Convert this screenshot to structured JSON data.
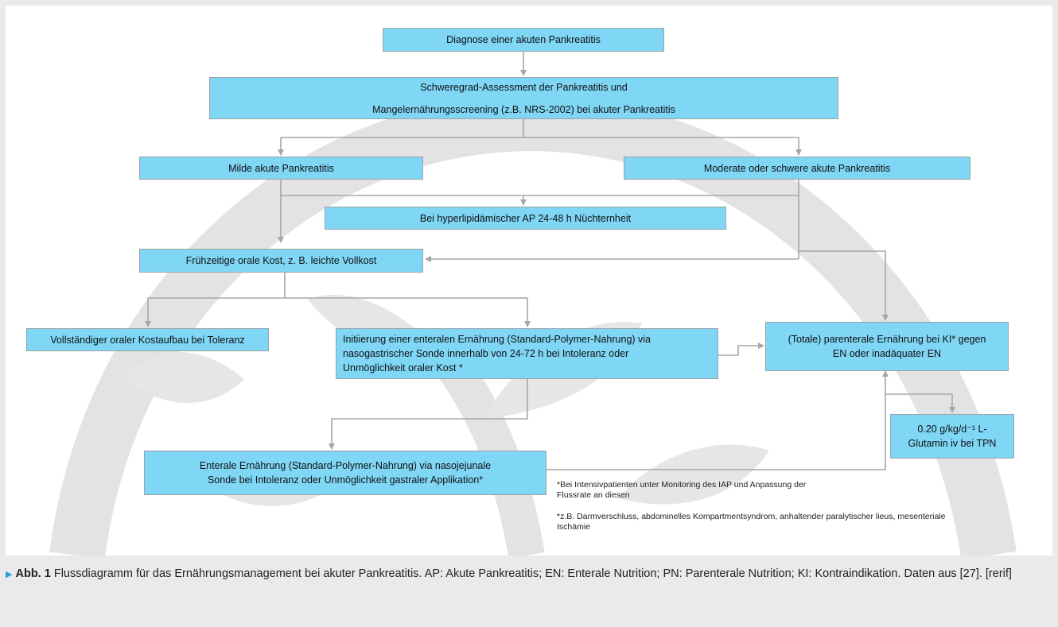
{
  "nodes": {
    "diagnose": "Diagnose einer akuten Pankreatitis",
    "assessment": [
      "Schweregrad-Assessment der Pankreatitis und",
      "Mangelernährungsscreening (z.B. NRS-2002) bei akuter Pankreatitis"
    ],
    "mild": "Milde akute Pankreatitis",
    "moderate": "Moderate oder schwere akute Pankreatitis",
    "hyperlipid": "Bei hyperlipidämischer AP 24-48 h Nüchternheit",
    "oral": "Frühzeitige orale Kost, z. B. leichte Vollkost",
    "complete_oral": "Vollständiger oraler Kostaufbau bei Toleranz",
    "enteral_ng": [
      "Initiierung einer enteralen Ernährung (Standard-Polymer-Nahrung) via",
      "nasogastrischer Sonde innerhalb von 24-72 h bei Intoleranz oder",
      "Unmöglichkeit oraler Kost *"
    ],
    "parenteral": [
      "(Totale) parenterale Ernährung bei KI* gegen",
      "EN oder inadäquater EN"
    ],
    "glutamine": [
      "0.20 g/kg/d⁻¹ L-",
      "Glutamin iv bei TPN"
    ],
    "enteral_nj": [
      "Enterale Ernährung (Standard-Polymer-Nahrung) via nasojejunale",
      "Sonde bei Intoleranz oder Unmöglichkeit gastraler Applikation*"
    ]
  },
  "footnotes": {
    "icu": [
      "*Bei Intensivpatienten unter Monitoring des IAP und Anpassung der",
      "Flussrate an diesen"
    ],
    "ki": [
      "*z.B. Darmverschluss, abdominelles Kompartmentsyndrom, anhaltender paralytischer lieus, mesenteriale",
      "Ischämie"
    ]
  },
  "caption": {
    "label": "Abb. 1",
    "text": " Flussdiagramm für das Ernährungsmanagement bei akuter Pankreatitis. AP: Akute Pankreatitis; EN: Enterale Nutrition; PN: Parenterale Nutrition; KI: Kontraindikation. Daten aus [27]. [rerif]"
  },
  "colors": {
    "box_fill": "#7fd6f5",
    "line": "#a7a7a7",
    "watermark": "#dcdcdc",
    "caption_marker": "#2a9fd8"
  }
}
